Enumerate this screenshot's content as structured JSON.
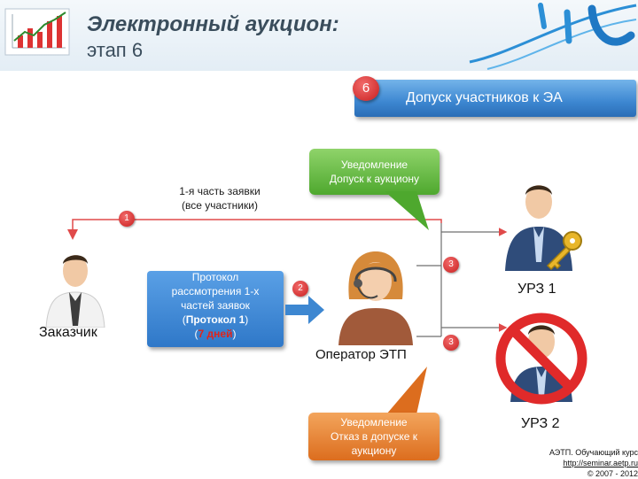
{
  "header": {
    "title": "Электронный аукцион:",
    "subtitle": "этап 6"
  },
  "banner": {
    "step_number": "6",
    "text": "Допуск участников к ЭА"
  },
  "callouts": {
    "admission": [
      "Уведомление",
      "Допуск к аукциону"
    ],
    "rejection": [
      "Уведомление",
      "Отказ в допуске к",
      "аукциону"
    ]
  },
  "application_label": [
    "1-я часть заявки",
    "(все участники)"
  ],
  "steps": {
    "one": "1",
    "two": "2",
    "three": "3"
  },
  "protocol": {
    "line1": "Протокол",
    "line2": "рассмотрения 1-х",
    "line3": "частей заявок",
    "line4_open": "(",
    "line4_bold": "Протокол 1",
    "line4_close": ")",
    "line5_open": "(",
    "line5_red": "7 дней",
    "line5_close": ")"
  },
  "roles": {
    "customer": "Заказчик",
    "operator": "Оператор ЭТП",
    "participant1": "УРЗ 1",
    "participant2": "УРЗ 2"
  },
  "footer": {
    "line1": "АЭТП. Обучающий курс",
    "line2": "http://seminar.aetp.ru",
    "line3": "© 2007 - 2012"
  },
  "colors": {
    "banner": "#3d87d1",
    "green": "#4ea82e",
    "orange": "#dc6d1e",
    "step": "#c81e1e"
  }
}
